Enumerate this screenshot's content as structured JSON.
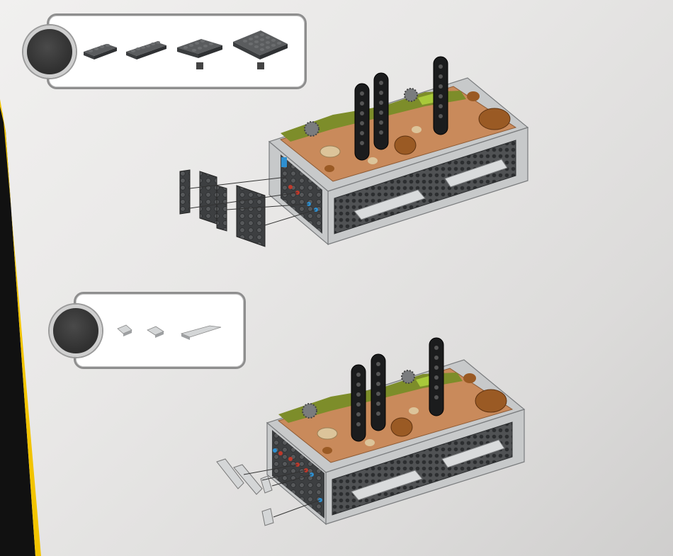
{
  "page": {
    "number": ""
  },
  "step_1": {
    "number": "",
    "parts": [
      {
        "name": "plate-1x4-dark-gray",
        "quantity": ""
      },
      {
        "name": "plate-1x6-dark-gray",
        "quantity": ""
      },
      {
        "name": "plate-2x4-dark-gray",
        "quantity": ""
      },
      {
        "name": "plate-4x4-dark-gray",
        "quantity": ""
      }
    ]
  },
  "step_2": {
    "number": "",
    "parts": [
      {
        "name": "tile-slope-light-gray-a",
        "quantity": ""
      },
      {
        "name": "tile-slope-light-gray-b",
        "quantity": ""
      },
      {
        "name": "wedge-plate-long-light-gray",
        "quantity": ""
      }
    ]
  },
  "colors": {
    "dark_gray": "#4a4c4e",
    "light_gray": "#c7c9ca",
    "tan_terrain": "#c98a5b",
    "olive_green": "#7d8d2a",
    "lime": "#a8c93a",
    "rock_brown": "#9a5a24",
    "highlight_red": "#c0392b",
    "highlight_blue": "#2e8fd0",
    "page_accent_yellow": "#f2c400"
  }
}
